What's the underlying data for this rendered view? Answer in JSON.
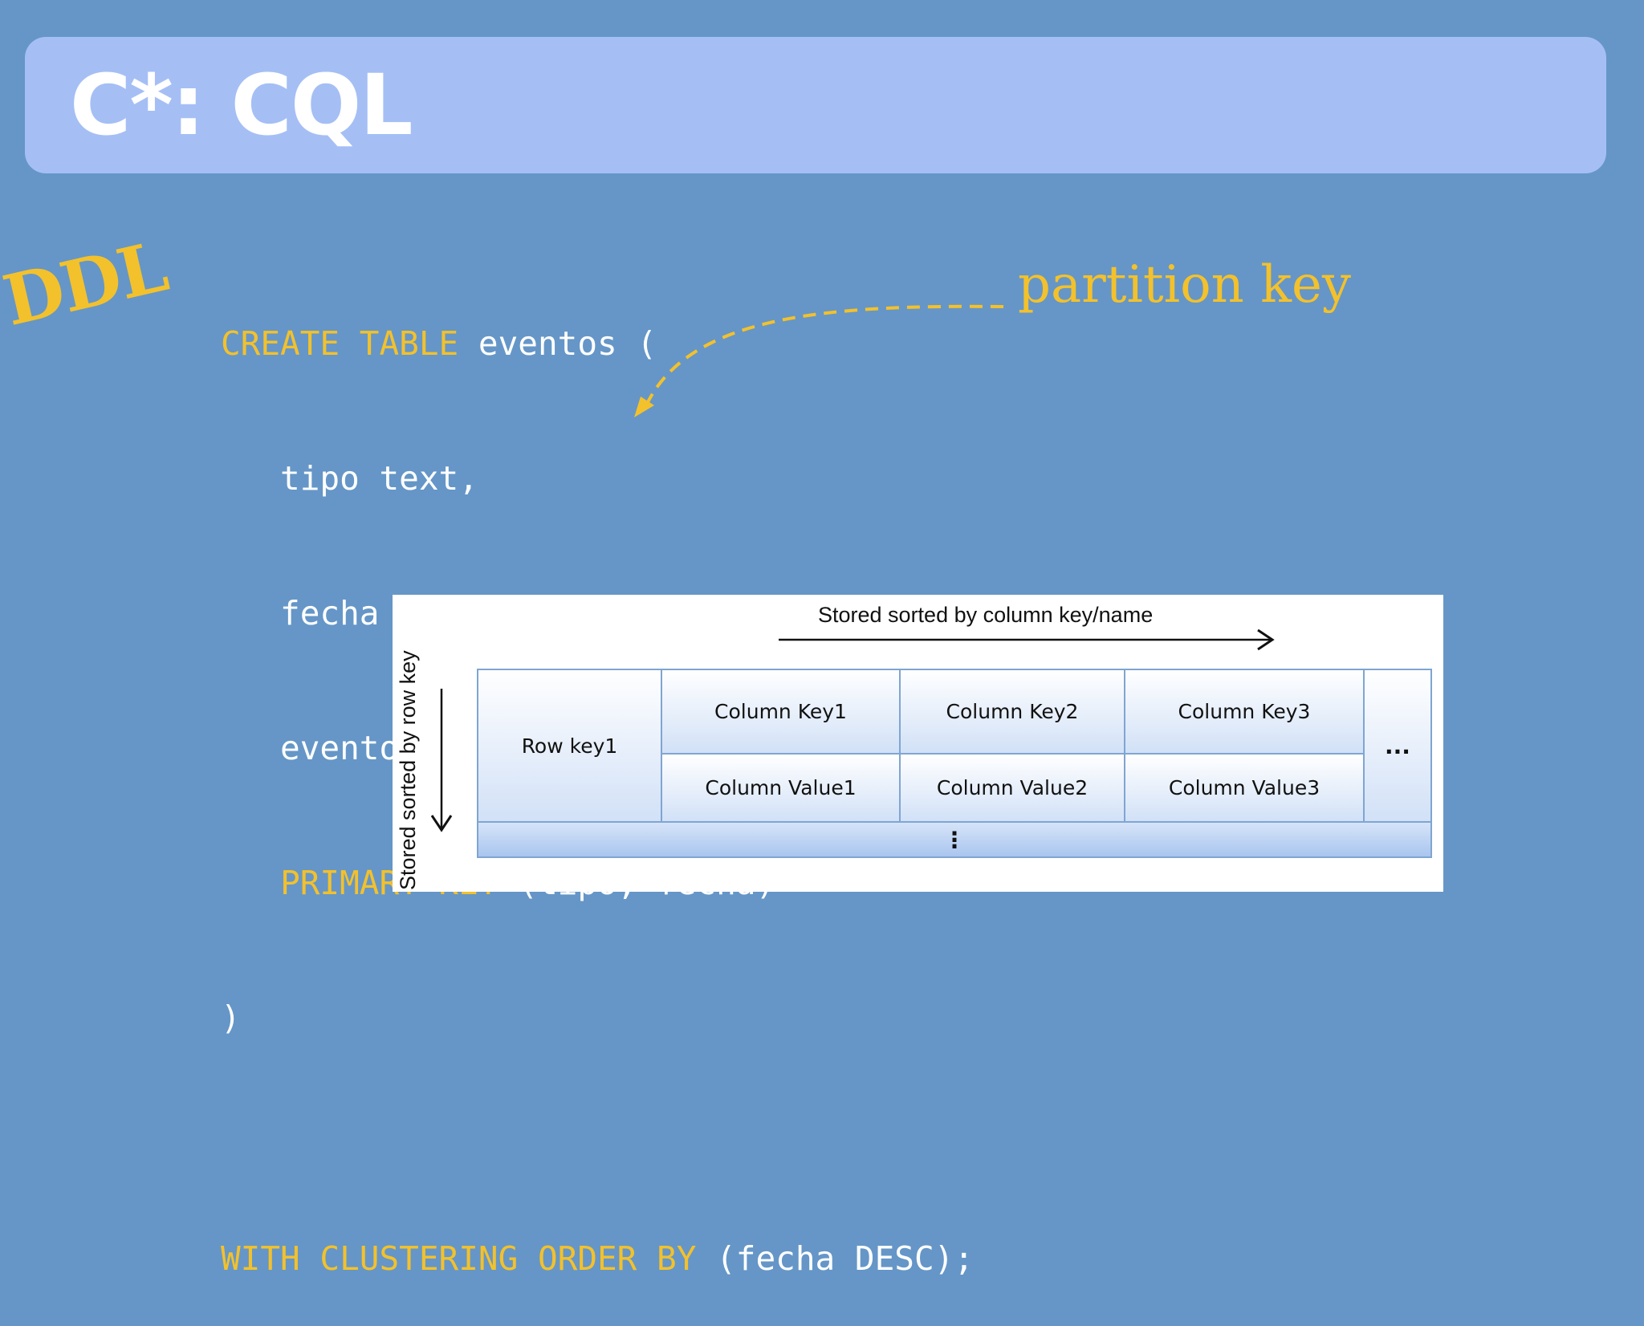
{
  "title": "C*: CQL",
  "side_label": "DDL",
  "code": {
    "line1_kw": "CREATE TABLE",
    "line1_rest": " eventos (",
    "line2": "   tipo text,",
    "line3": "   fecha timestamp,",
    "line4": "   evento blob,",
    "line5_indent": "   ",
    "line5_kw": "PRIMARY KEY",
    "line5_rest": " (tipo, fecha)",
    "line6": ")",
    "line7_kw": "WITH CLUSTERING ORDER BY",
    "line7_rest": " (fecha DESC);"
  },
  "annotation": {
    "label": "partition key",
    "color": "#f3c12c"
  },
  "diagram": {
    "top_label": "Stored sorted by column key/name",
    "side_label": "Stored sorted by row key",
    "row_key": "Row key1",
    "column_keys": [
      "Column Key1",
      "Column Key2",
      "Column Key3"
    ],
    "column_values": [
      "Column Value1",
      "Column Value2",
      "Column Value3"
    ],
    "more_columns": "...",
    "more_rows": "⋮"
  },
  "colors": {
    "background": "#6596c7",
    "title_bar": "#a5bff5",
    "keyword": "#f3c12c"
  }
}
